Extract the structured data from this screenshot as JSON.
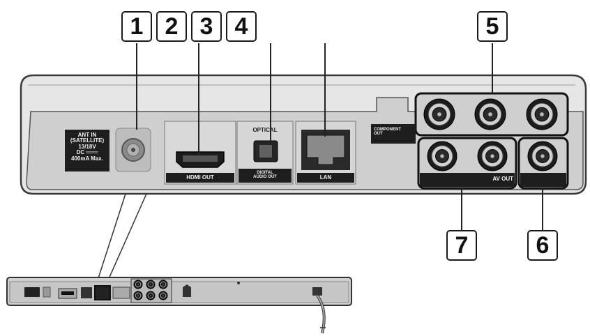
{
  "callouts": [
    "1",
    "2",
    "3",
    "4",
    "5",
    "6",
    "7"
  ],
  "labels": {
    "antenna_lines": [
      "ANT IN",
      "(SATELLITE)",
      "13/18V",
      "DC ═══",
      "400mA Max."
    ],
    "hdmi_out": "HDMI OUT",
    "optical": "OPTICAL",
    "digital_audio_out_lines": [
      "DIGITAL",
      "AUDIO OUT"
    ],
    "lan": "LAN",
    "component_out_lines": [
      "COMPONENT",
      "OUT"
    ],
    "av_out": "AV OUT"
  },
  "colors": {
    "panel_fill": "#cfcfcf",
    "panel_stroke": "#3a3a3a",
    "connector_dark": "#1c1c1c",
    "callout_border": "#1a1a1a"
  },
  "icons": {
    "antenna": "coaxial-connector-icon",
    "hdmi": "hdmi-port-icon",
    "optical": "optical-port-icon",
    "lan": "ethernet-port-icon",
    "rca": "rca-jack-icon",
    "power": "power-cord-icon"
  }
}
